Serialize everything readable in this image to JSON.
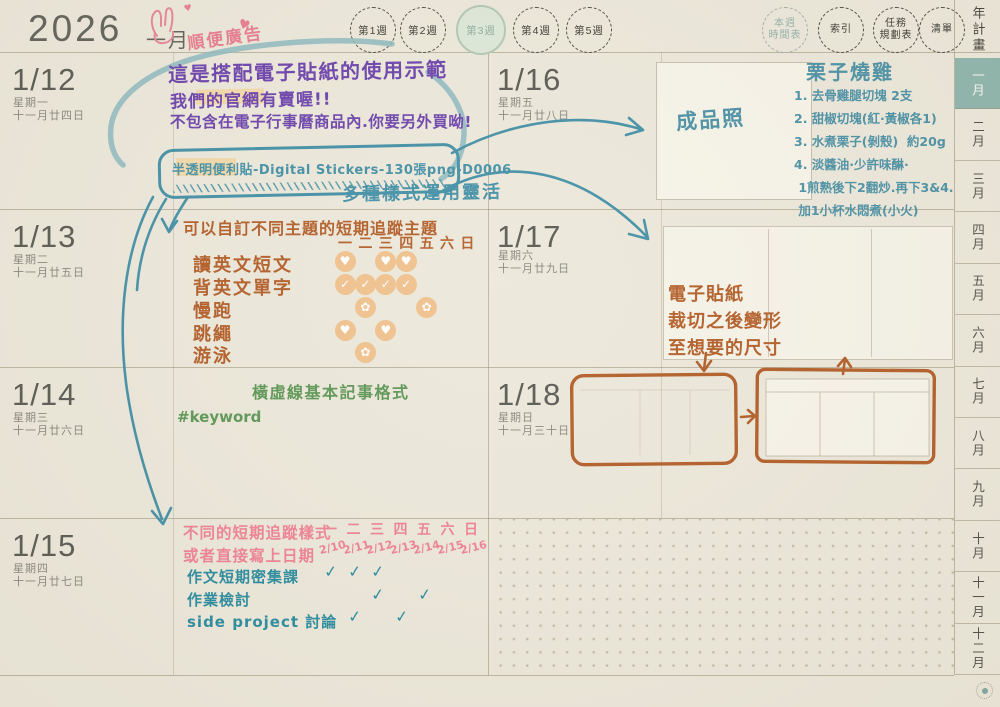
{
  "header": {
    "year": "2026",
    "month": "一月",
    "week_tabs": [
      {
        "label": "第1週",
        "active": false
      },
      {
        "label": "第2週",
        "active": false
      },
      {
        "label": "第3週",
        "active": true
      },
      {
        "label": "第4週",
        "active": false
      },
      {
        "label": "第5週",
        "active": false
      }
    ],
    "nav_buttons": [
      {
        "lines": [
          "本週",
          "時間表"
        ],
        "accent": true
      },
      {
        "lines": [
          "索引"
        ],
        "accent": false
      },
      {
        "lines": [
          "任務",
          "規劃表"
        ],
        "accent": false
      },
      {
        "lines": [
          "清單"
        ],
        "accent": false
      }
    ]
  },
  "sidebar": {
    "year_plan": "年計畫",
    "active_month": "一月",
    "months": [
      {
        "label": "一月",
        "active": true
      },
      {
        "label": "二月",
        "active": false
      },
      {
        "label": "三月",
        "active": false
      },
      {
        "label": "四月",
        "active": false
      },
      {
        "label": "五月",
        "active": false
      },
      {
        "label": "六月",
        "active": false
      },
      {
        "label": "七月",
        "active": false
      },
      {
        "label": "八月",
        "active": false
      },
      {
        "label": "九月",
        "active": false
      },
      {
        "label": "十月",
        "active": false
      },
      {
        "label": "十一月",
        "active": false
      },
      {
        "label": "十二月",
        "active": false
      }
    ],
    "accent_color": "#90b6ae"
  },
  "days": [
    {
      "date": "1/12",
      "weekday": "星期一",
      "lunar": "十一月廿四日"
    },
    {
      "date": "1/13",
      "weekday": "星期二",
      "lunar": "十一月廿五日"
    },
    {
      "date": "1/14",
      "weekday": "星期三",
      "lunar": "十一月廿六日"
    },
    {
      "date": "1/15",
      "weekday": "星期四",
      "lunar": "十一月廿七日"
    },
    {
      "date": "1/16",
      "weekday": "星期五",
      "lunar": "十一月廿八日"
    },
    {
      "date": "1/17",
      "weekday": "星期六",
      "lunar": "十一月廿九日"
    },
    {
      "date": "1/18",
      "weekday": "星期日",
      "lunar": "十一月三十日"
    }
  ],
  "handwriting": {
    "ad_tag": "順便廣告",
    "heart": "♥",
    "purple_lines": [
      "這是搭配電子貼紙的使用示範",
      "我們的官網有賣喔!!",
      "不包含在電子行事曆商品內.你要另外買呦!"
    ],
    "sticker_label": "半透明便利貼-Digital Stickers-130張png-D0006",
    "styles_note": "多種樣式運用靈活",
    "photo_label": "成品照",
    "resize_note": "電子貼紙\n裁切之後變形\n至想要的尺寸",
    "green_title": "橫虛線基本記事格式",
    "green_keyword": "#keyword",
    "ink_colors": {
      "teal": "#4792a8",
      "purple": "#6f46ae",
      "pink": "#e87f92",
      "orange": "#b4612c",
      "green": "#5f9858"
    }
  },
  "recipe": {
    "title": "栗子燒雞",
    "lines": [
      "1. 去骨雞腿切塊 2支",
      "2. 甜椒切塊(紅·黃椒各1)",
      "3. 水煮栗子(剝殼)  約20g",
      "4. 淡醬油·少許味醂·",
      " 1煎熟後下2翻炒.再下3&4.",
      " 加1小杯水悶煮(小火)"
    ]
  },
  "tracker": {
    "intro": "可以自訂不同主題的短期追蹤主題",
    "day_headers": [
      "一",
      "二",
      "三",
      "四",
      "五",
      "六",
      "日"
    ],
    "rows": [
      {
        "label": "讀英文短文",
        "marks": [
          {
            "col": 1,
            "icon": "heart"
          },
          {
            "col": 3,
            "icon": "heart"
          },
          {
            "col": 4,
            "icon": "heart"
          }
        ]
      },
      {
        "label": "背英文單字",
        "marks": [
          {
            "col": 1,
            "icon": "check"
          },
          {
            "col": 2,
            "icon": "check"
          },
          {
            "col": 3,
            "icon": "check"
          },
          {
            "col": 4,
            "icon": "check"
          }
        ]
      },
      {
        "label": "慢跑",
        "marks": [
          {
            "col": 2,
            "icon": "flower"
          },
          {
            "col": 5,
            "icon": "flower"
          }
        ]
      },
      {
        "label": "跳繩",
        "marks": [
          {
            "col": 1,
            "icon": "heart"
          },
          {
            "col": 3,
            "icon": "heart"
          }
        ]
      },
      {
        "label": "游泳",
        "marks": [
          {
            "col": 2,
            "icon": "flower"
          }
        ]
      }
    ],
    "icon_glyphs": {
      "heart": "♥",
      "check": "✓",
      "flower": "✿"
    },
    "sticker_color": "#f0c28f"
  },
  "pink_table": {
    "style_label": "不同的短期追蹤樣式",
    "date_label": "或者直接寫上日期",
    "day_headers": [
      "一",
      "二",
      "三",
      "四",
      "五",
      "六",
      "日"
    ],
    "dates": [
      "2/10",
      "2/11",
      "2/12",
      "2/13",
      "2/14",
      "2/15",
      "2/16"
    ],
    "rows": [
      {
        "label": "作文短期密集課",
        "checks": [
          1,
          2,
          3
        ]
      },
      {
        "label": "作業檢討",
        "checks": [
          3,
          5
        ]
      },
      {
        "label": "side project 討論",
        "checks": [
          2,
          4
        ]
      }
    ],
    "check_glyph": "✓"
  }
}
